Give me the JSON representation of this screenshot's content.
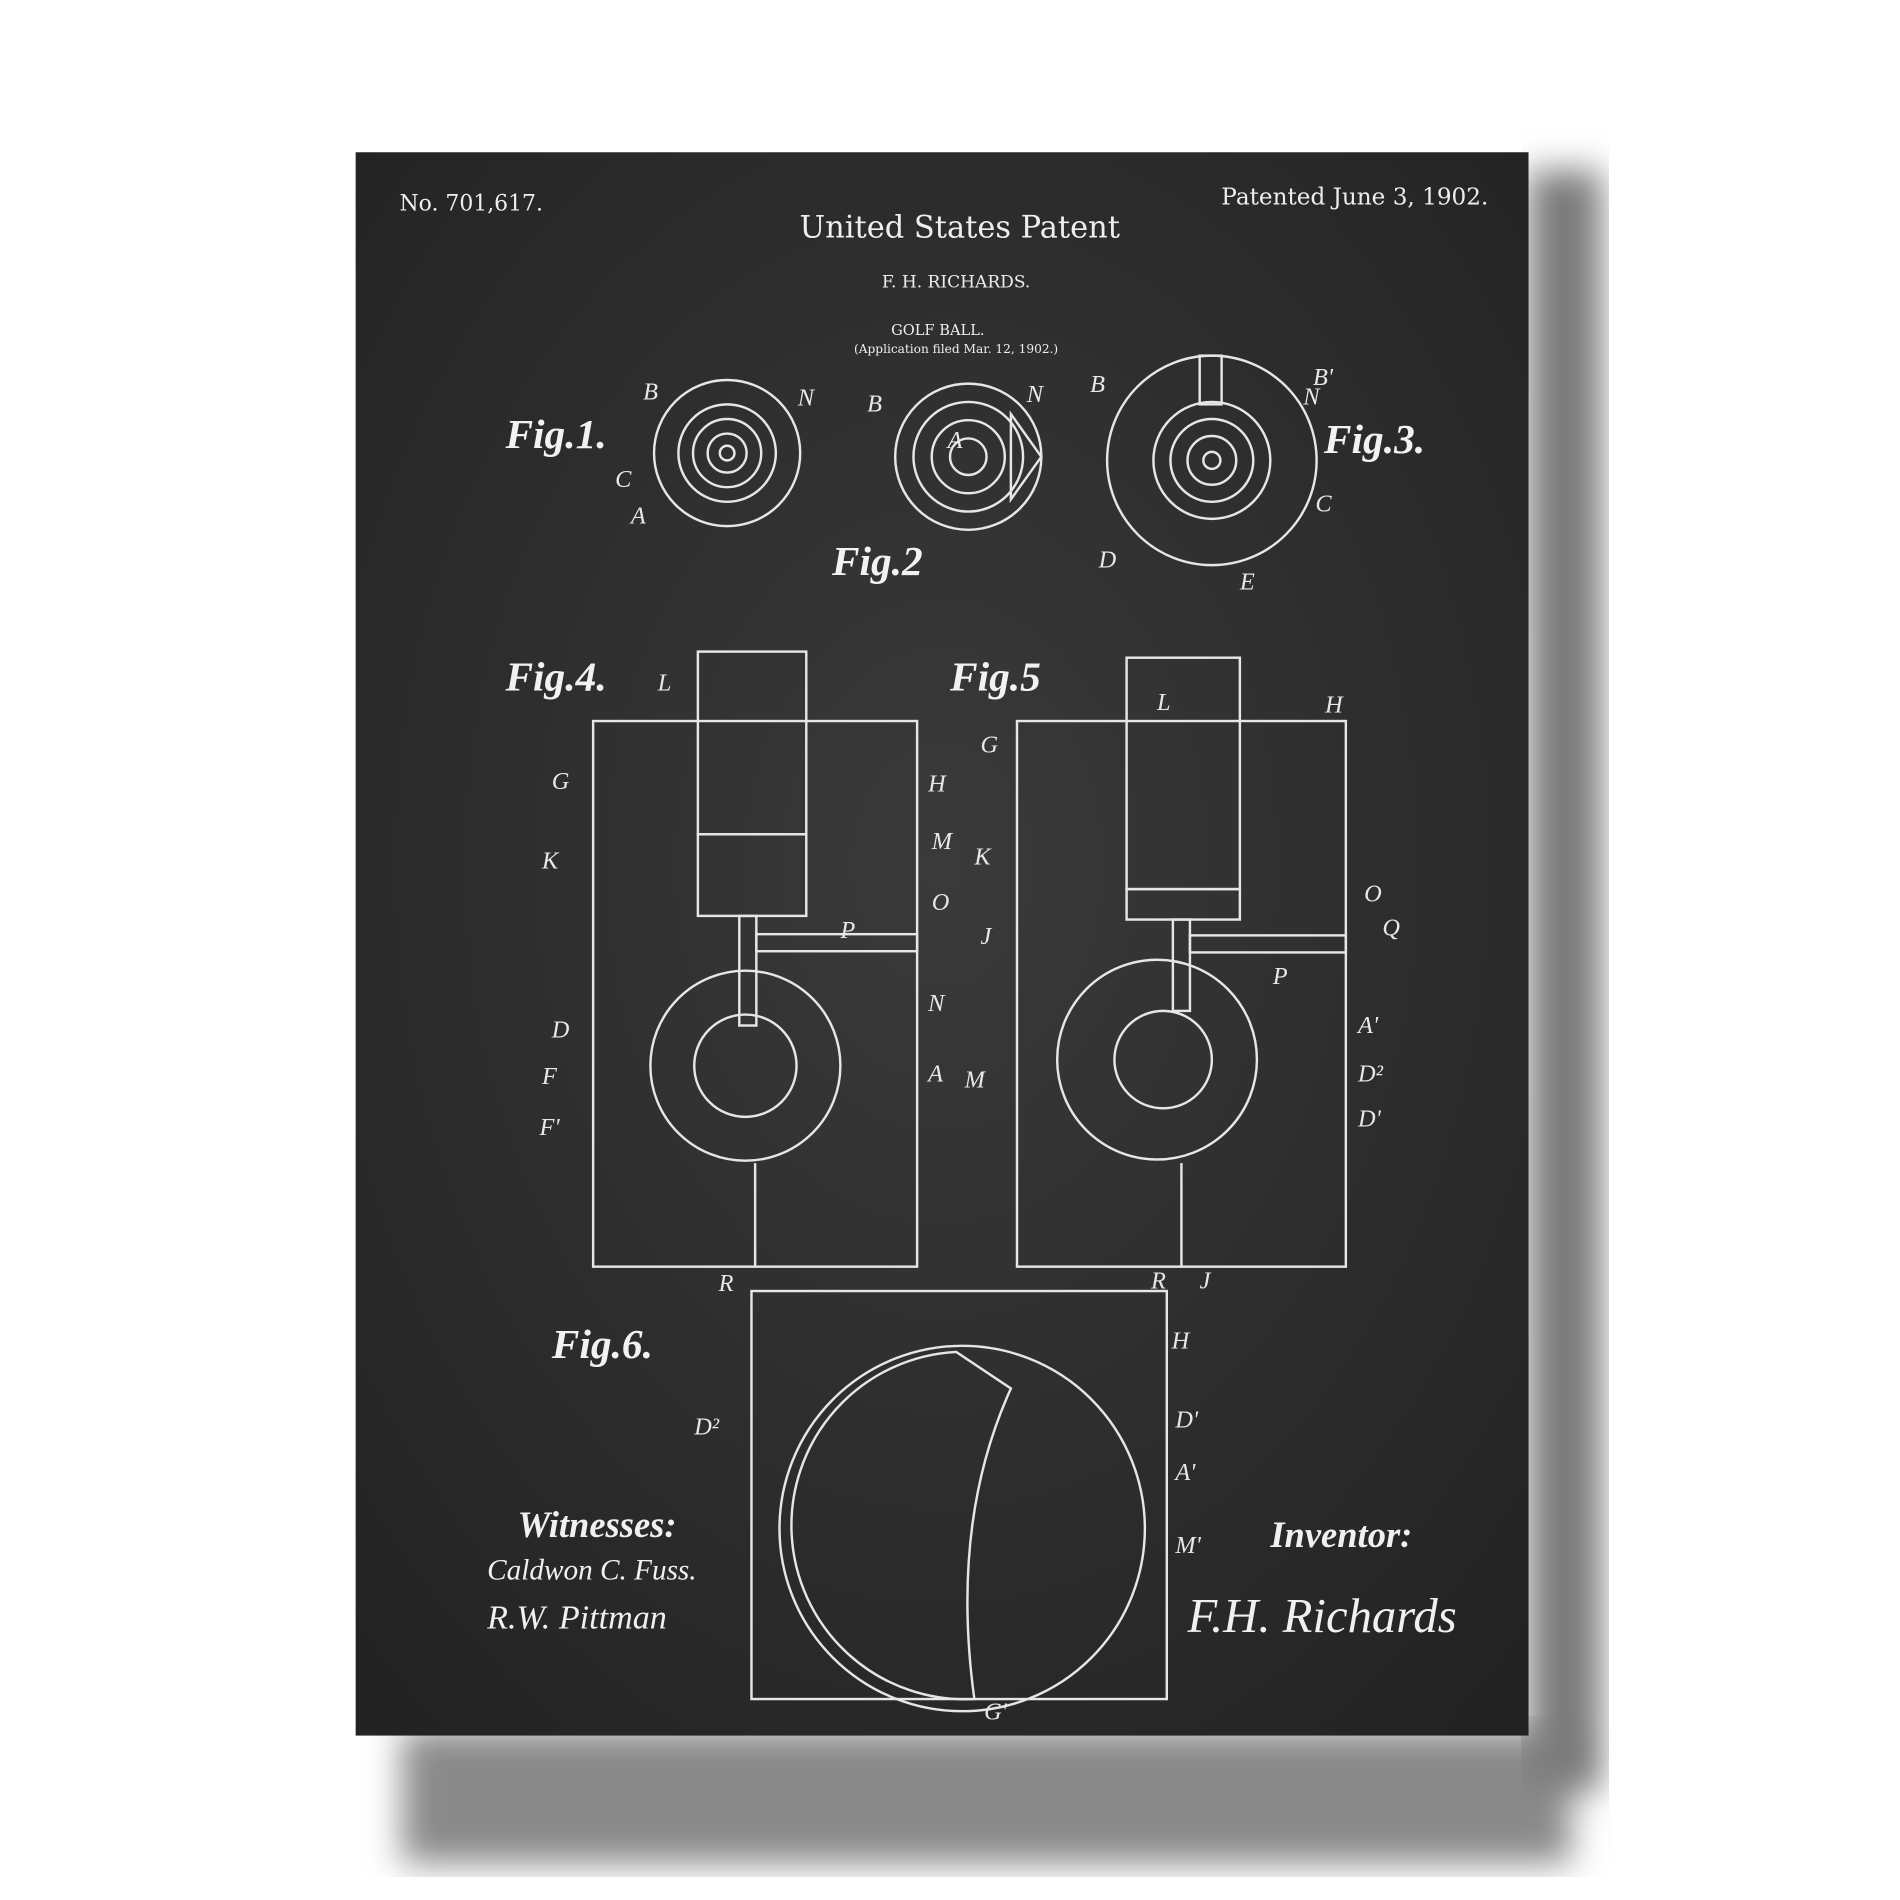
{
  "header": {
    "patent_number": "No. 701,617.",
    "patent_date": "Patented June 3, 1902.",
    "title": "United States Patent",
    "inventor_name": "F. H. RICHARDS.",
    "invention": "GOLF BALL.",
    "application": "(Application filed Mar. 12, 1902.)"
  },
  "figures": {
    "fig1": "Fig.1.",
    "fig2": "Fig.2",
    "fig3": "Fig.3.",
    "fig4": "Fig.4.",
    "fig5": "Fig.5",
    "fig6": "Fig.6."
  },
  "labels": [
    "B",
    "N",
    "C",
    "A",
    "B",
    "N",
    "A",
    "B",
    "B'",
    "N",
    "C",
    "D",
    "E",
    "L",
    "G",
    "H",
    "K",
    "M",
    "O",
    "P",
    "N",
    "D",
    "F",
    "F'",
    "A",
    "L",
    "H",
    "G",
    "K",
    "J",
    "O",
    "Q",
    "P",
    "A'",
    "M",
    "D²",
    "D'",
    "R",
    "R",
    "J",
    "H",
    "D²",
    "D'",
    "A'",
    "M'",
    "G'"
  ],
  "footer": {
    "witnesses_heading": "Witnesses:",
    "witness_1": "Caldwon C. Fuss.",
    "witness_2": "R.W. Pittman",
    "inventor_heading": "Inventor:",
    "inventor_signature": "F.H. Richards"
  },
  "colors": {
    "canvas": "#2b2b2b",
    "ink": "#eeeeee",
    "shadow": "#8a8a8a"
  }
}
